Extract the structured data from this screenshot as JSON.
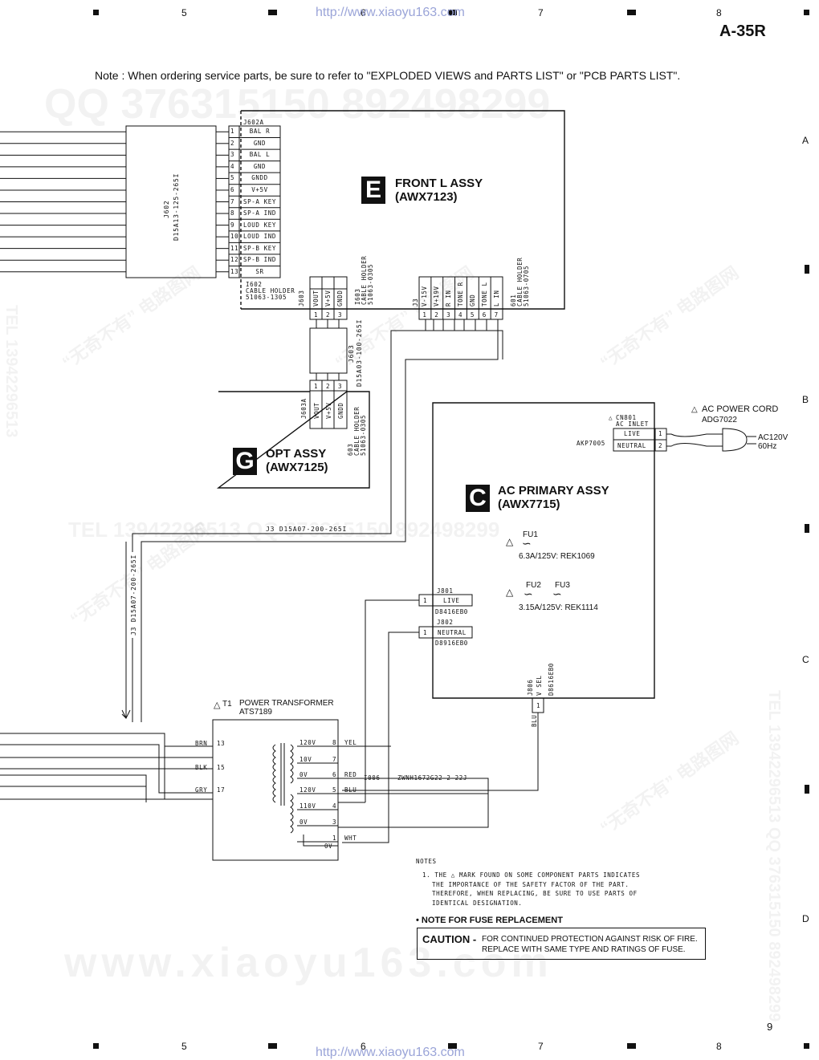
{
  "header": {
    "url": "http://www.xiaoyu163.com",
    "model": "A-35R",
    "grid_cols": [
      "5",
      "6",
      "7",
      "8"
    ],
    "grid_rows": [
      "A",
      "B",
      "C",
      "D"
    ],
    "page_number": "9"
  },
  "note": "Note : When ordering service parts, be sure to refer to \"EXPLODED VIEWS and PARTS LIST\" or \"PCB PARTS LIST\".",
  "watermarks": {
    "qq": "QQ 376315150   892498299",
    "site": "www.xiaoyu163.com",
    "tel_right": "TEL 13942296513  QQ 376315150  892498299",
    "tel_left": "TEL 13942296513",
    "tel_mid": "TEL 13942296513  QQ 376315150  892498299",
    "cn": "“无奇不有” 电路图网"
  },
  "front_l": {
    "letter": "E",
    "name": "FRONT L ASSY",
    "code": "(AWX7123)",
    "j602a": "J602A",
    "pins": [
      {
        "n": "1",
        "label": "BAL R"
      },
      {
        "n": "2",
        "label": "GND"
      },
      {
        "n": "3",
        "label": "BAL L"
      },
      {
        "n": "4",
        "label": "GND"
      },
      {
        "n": "5",
        "label": "GNDD"
      },
      {
        "n": "6",
        "label": "V+5V"
      },
      {
        "n": "7",
        "label": "SP-A KEY"
      },
      {
        "n": "8",
        "label": "SP-A IND"
      },
      {
        "n": "9",
        "label": "LOUD KEY"
      },
      {
        "n": "10",
        "label": "LOUD IND"
      },
      {
        "n": "11",
        "label": "SP-B KEY"
      },
      {
        "n": "12",
        "label": "SP-B IND"
      },
      {
        "n": "13",
        "label": "SR"
      }
    ],
    "j602_cable": "J602",
    "j602_part": "D15A13-125-265I",
    "holder1602": [
      "I602",
      "CABLE HOLDER",
      "51063-1305"
    ],
    "j603_pins": [
      "VOUT",
      "V+5V",
      "GNDD"
    ],
    "j603_name": "J603",
    "holder1603": [
      "I603",
      "CABLE HOLDER",
      "51063-0305"
    ],
    "j3_name": "J3",
    "j3_pins": [
      "V-15V",
      "V+19V",
      "R IN",
      "TONE R",
      "GND",
      "TONE L",
      "L IN"
    ],
    "holder601": [
      "601",
      "CABLE HOLDER",
      "51063-0705"
    ],
    "pin_nums3": [
      "1",
      "2",
      "3"
    ],
    "pin_nums7": [
      "1",
      "2",
      "3",
      "4",
      "5",
      "6",
      "7"
    ]
  },
  "cable_j603": [
    "J603",
    "D15A03-100-265I"
  ],
  "opt": {
    "letter": "G",
    "name": "OPT ASSY",
    "code": "(AWX7125)",
    "j603a": "J603A",
    "pins": [
      "VOUT",
      "V+5V",
      "GNDD"
    ],
    "holder": [
      "603",
      "CABLE HOLDER",
      "51063-0305"
    ]
  },
  "j3_cable": "J3  D15A07-200-265I",
  "j3_cable_vert": "J3  D15A07-200-265I",
  "ac": {
    "letter": "C",
    "name": "AC PRIMARY ASSY",
    "code": "(AWX7715)",
    "cn801": "CN801",
    "ac_inlet": "AC INLET",
    "akp": "AKP7005",
    "inlet_pins": [
      {
        "label": "LIVE",
        "n": "1"
      },
      {
        "label": "NEUTRAL",
        "n": "2"
      }
    ],
    "cord_title": "AC POWER CORD",
    "cord_part": "ADG7022",
    "plug_v": "AC120V",
    "plug_hz": "60Hz",
    "fu1": "FU1",
    "fu1_rating": "6.3A/125V: REK1069",
    "fu2": "FU2",
    "fu3": "FU3",
    "fu23_rating": "3.15A/125V: REK1114",
    "j801": "J801",
    "j801_label": "LIVE",
    "j801_part": "D8416EB0",
    "j802": "J802",
    "j802_label": "NEUTRAL",
    "j802_part": "D8916EB0",
    "j806": "J806",
    "j806_label": "V SEL",
    "j806_part": "D8616EB0",
    "pin1": "1"
  },
  "transformer": {
    "ref": "T1",
    "title": "POWER TRANSFORMER",
    "part": "ATS7189",
    "primary": [
      {
        "color": "BRN",
        "pin": "13"
      },
      {
        "color": "BLK",
        "pin": "15"
      },
      {
        "color": "GRY",
        "pin": "17"
      }
    ],
    "taps": [
      {
        "v": "120V",
        "pin": "8",
        "color": "YEL"
      },
      {
        "v": "10V",
        "pin": "7",
        "color": ""
      },
      {
        "v": "0V",
        "pin": "6",
        "color": "RED"
      },
      {
        "v": "120V",
        "pin": "5",
        "color": "BLU"
      },
      {
        "v": "110V",
        "pin": "4",
        "color": ""
      },
      {
        "v": "0V",
        "pin": "3",
        "color": ""
      },
      {
        "v": "",
        "pin": "1",
        "color": "WHT"
      },
      {
        "v": "0V",
        "pin": "",
        "color": ""
      }
    ],
    "ref1006": "I006",
    "zwnh": "ZWNH1672G22-2-22J",
    "blu": "BLU"
  },
  "notes": {
    "title": "NOTES",
    "lines": [
      "1.  THE  △  MARK FOUND ON SOME COMPONENT PARTS INDICATES",
      "THE IMPORTANCE OF THE SAFETY FACTOR OF THE PART.",
      "THEREFORE, WHEN REPLACING, BE SURE TO USE PARTS OF",
      "IDENTICAL DESIGNATION."
    ],
    "fuse_title": "• NOTE FOR FUSE REPLACEMENT",
    "caution": "CAUTION -",
    "caution_l1": "FOR CONTINUED PROTECTION AGAINST RISK OF FIRE.",
    "caution_l2": "REPLACE WITH SAME TYPE AND RATINGS OF FUSE."
  },
  "icons": [
    "warning-triangle-icon",
    "fuse-icon",
    "plug-icon",
    "transformer-icon"
  ]
}
